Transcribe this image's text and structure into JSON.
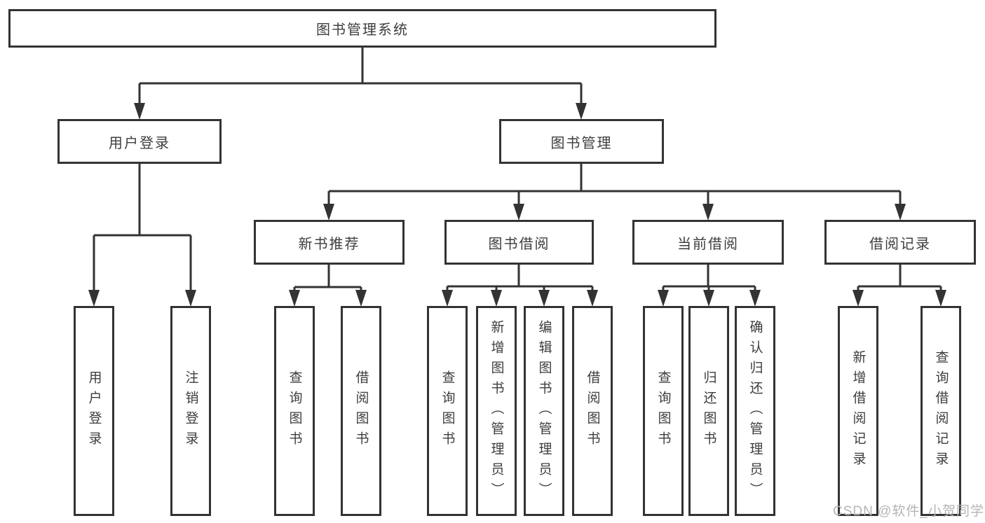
{
  "diagram": {
    "title": "图书管理系统",
    "tree": {
      "label": "图书管理系统",
      "children": [
        {
          "label": "用户登录",
          "children": [
            {
              "label": "用户登录"
            },
            {
              "label": "注销登录"
            }
          ]
        },
        {
          "label": "图书管理",
          "children": [
            {
              "label": "新书推荐",
              "children": [
                {
                  "label": "查询图书"
                },
                {
                  "label": "借阅图书"
                }
              ]
            },
            {
              "label": "图书借阅",
              "children": [
                {
                  "label": "查询图书"
                },
                {
                  "label": "新增图书（管理员）"
                },
                {
                  "label": "编辑图书（管理员）"
                },
                {
                  "label": "借阅图书"
                }
              ]
            },
            {
              "label": "当前借阅",
              "children": [
                {
                  "label": "查询图书"
                },
                {
                  "label": "归还图书"
                },
                {
                  "label": "确认归还（管理员）"
                }
              ]
            },
            {
              "label": "借阅记录",
              "children": [
                {
                  "label": "新增借阅记录"
                },
                {
                  "label": "查询借阅记录"
                }
              ]
            }
          ]
        }
      ]
    },
    "colors": {
      "line": "#333333",
      "text": "#3d3d3d",
      "box_background": "#ffffff",
      "watermark_text": "#b5b5b5"
    },
    "watermark": "CSDN @软件_小贺同学"
  }
}
